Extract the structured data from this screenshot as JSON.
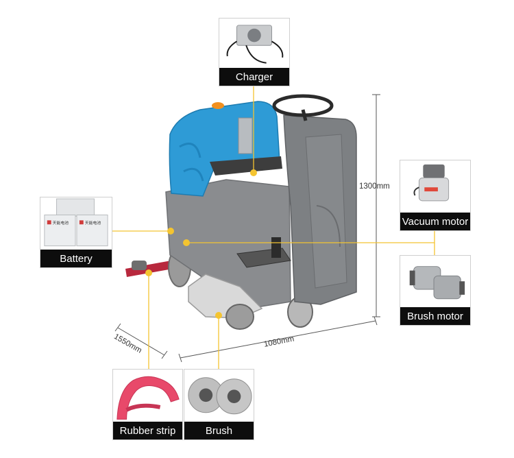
{
  "components": {
    "charger": "Charger",
    "vacuum_motor": "Vacuum motor",
    "battery": "Battery",
    "brush_motor": "Brush motor",
    "rubber_strip": "Rubber strip",
    "brush": "Brush"
  },
  "dimensions": {
    "height": "1300mm",
    "length": "1080mm",
    "width": "1550mm"
  },
  "battery_brand": "天能电池",
  "colors": {
    "leader_line": "#f4c430",
    "label_bg": "#0d0d0d",
    "body_blue": "#2e9bd6",
    "body_gray": "#8a8c8f",
    "rubber_pink": "#e8496a"
  }
}
